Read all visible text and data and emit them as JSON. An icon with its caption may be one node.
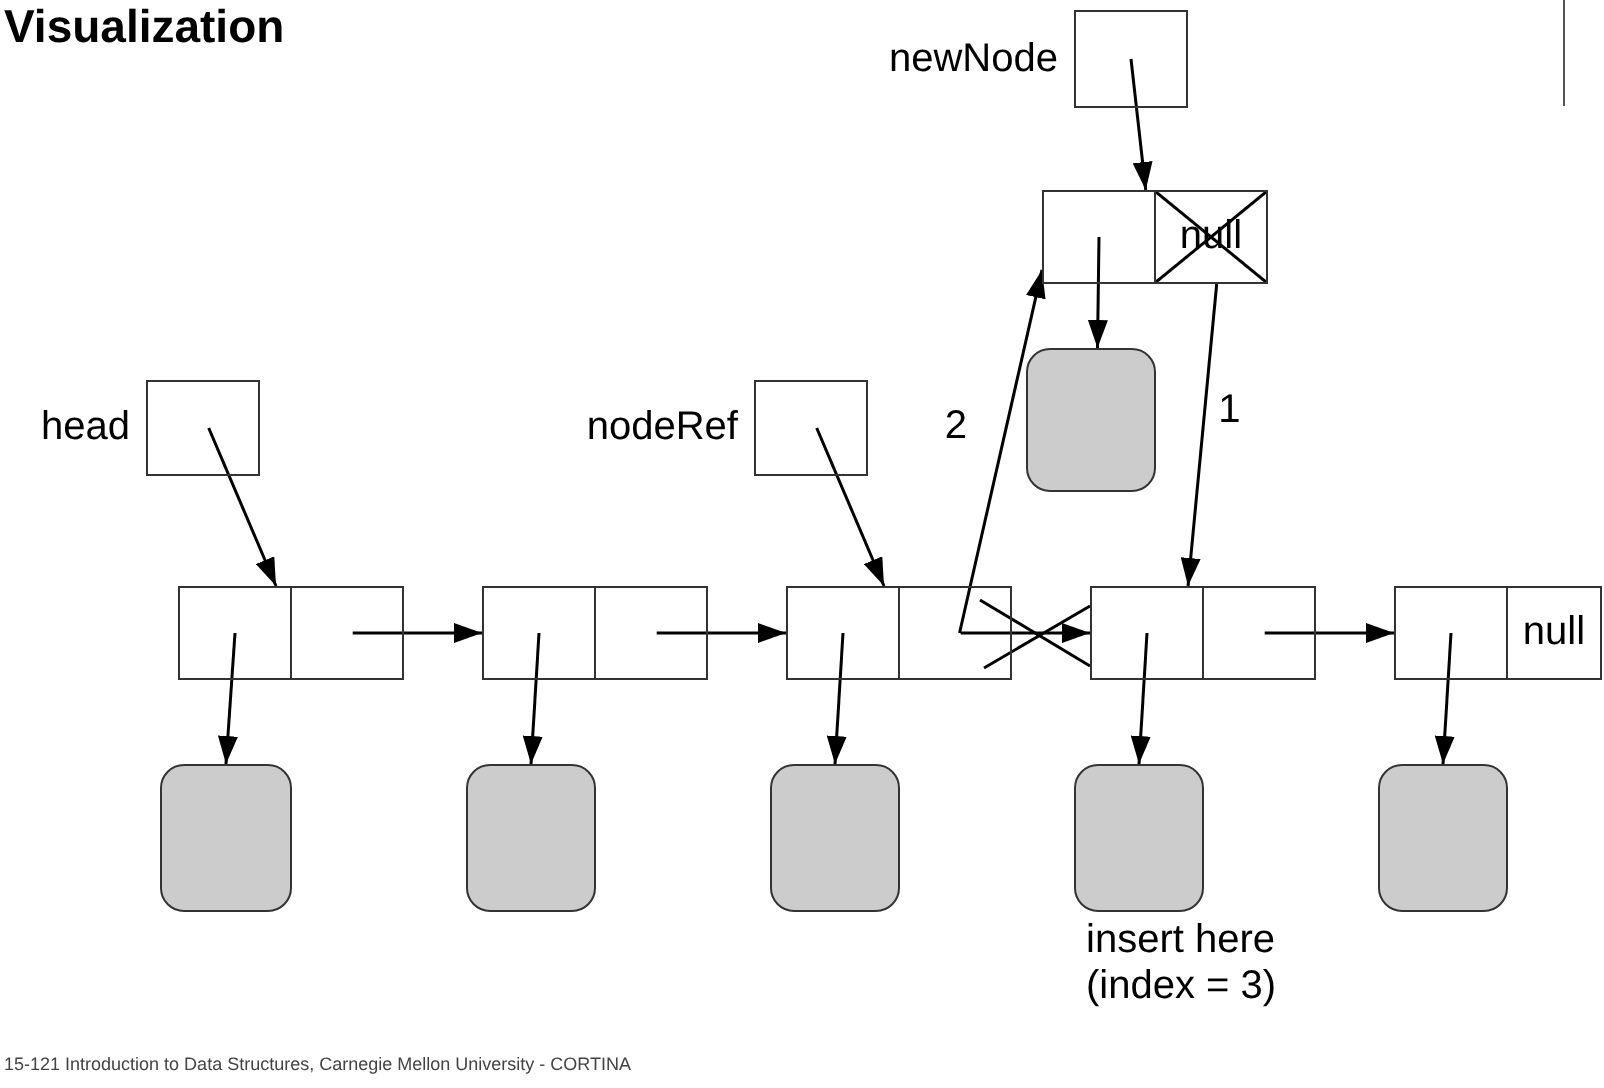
{
  "diagram": {
    "title": "Visualization",
    "nodes": [
      {
        "text": [
          "newNode"
        ]
      },
      {
        "text": [],
        "shape": "box"
      },
      {
        "text": [
          "null"
        ]
      },
      {
        "text": [],
        "shape": "box"
      },
      {
        "text": [
          "head"
        ]
      },
      {
        "text": [
          "nodeRef"
        ]
      },
      {
        "text": [],
        "shape": "box"
      },
      {
        "text": [],
        "shape": "box"
      },
      {
        "text": [],
        "shape": "box"
      },
      {
        "text": [],
        "shape": "box"
      },
      {
        "text": [],
        "shape": "box"
      },
      {
        "text": [],
        "shape": "box"
      },
      {
        "text": [],
        "shape": "box"
      },
      {
        "text": [],
        "shape": "box"
      },
      {
        "text": [],
        "shape": "box"
      },
      {
        "text": [
          "null"
        ]
      },
      {
        "text": [],
        "shape": "box"
      },
      {
        "text": [],
        "shape": "box"
      },
      {
        "text": [],
        "shape": "box"
      },
      {
        "text": [],
        "shape": "box"
      },
      {
        "text": [],
        "shape": "box"
      }
    ],
    "edges": [
      {
        "from": 0,
        "to": 1,
        "arrow": "to"
      },
      {
        "from": 1,
        "to": 3,
        "arrow": "to"
      },
      {
        "from": 2,
        "to": 12,
        "arrow": "to",
        "label": "1"
      },
      {
        "from": 11,
        "to": 1,
        "arrow": "to",
        "label": "2"
      },
      {
        "from": 4,
        "to": 6,
        "arrow": "to"
      },
      {
        "from": 5,
        "to": 10,
        "arrow": "to"
      },
      {
        "from": 7,
        "to": 8,
        "arrow": "to"
      },
      {
        "from": 9,
        "to": 10,
        "arrow": "to"
      },
      {
        "from": 11,
        "to": 12,
        "arrow": "to"
      },
      {
        "from": 13,
        "to": 14,
        "arrow": "to"
      },
      {
        "from": 6,
        "to": 16,
        "arrow": "to"
      },
      {
        "from": 8,
        "to": 17,
        "arrow": "to"
      },
      {
        "from": 10,
        "to": 18,
        "arrow": "to"
      },
      {
        "from": 12,
        "to": 19,
        "arrow": "to"
      },
      {
        "from": 14,
        "to": 20,
        "arrow": "to"
      }
    ],
    "labels": [
      "insert here (index = 3)",
      "15-121 Introduction to Data Structures, Carnegie Mellon University - CORTINA"
    ]
  }
}
